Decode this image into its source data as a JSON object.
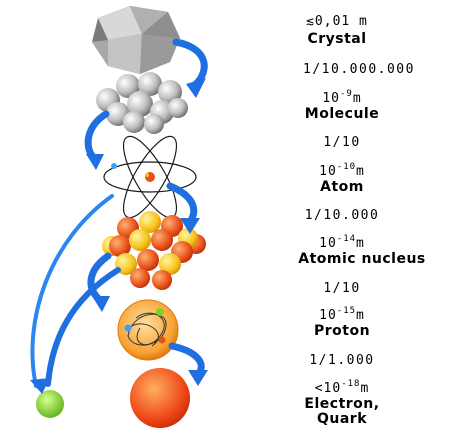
{
  "levels": [
    {
      "size_prefix": "≲0,01 m",
      "name": "Crystal"
    },
    {
      "size_prefix": "10",
      "size_exp": "-9",
      "size_unit": "m",
      "name": "Molecule"
    },
    {
      "size_prefix": "10",
      "size_exp": "-10",
      "size_unit": "m",
      "name": "Atom"
    },
    {
      "size_prefix": "10",
      "size_exp": "-14",
      "size_unit": "m",
      "name": "Atomic nucleus"
    },
    {
      "size_prefix": "10",
      "size_exp": "-15",
      "size_unit": "m",
      "name": "Proton"
    },
    {
      "size_prefix": "<10",
      "size_exp": "-18",
      "size_unit": "m",
      "name_line1": "Electron,",
      "name_line2": "Quark"
    }
  ],
  "ratios": [
    "1/10.000.000",
    "1/10",
    "1/10.000",
    "1/10",
    "1/1.000"
  ],
  "colors": {
    "arrow": "#1f6fe0",
    "nucleus_red": "#e8501a",
    "nucleus_yellow": "#f7c21a",
    "electron_green": "#7ed321",
    "quark_red": "#f04a1a"
  }
}
